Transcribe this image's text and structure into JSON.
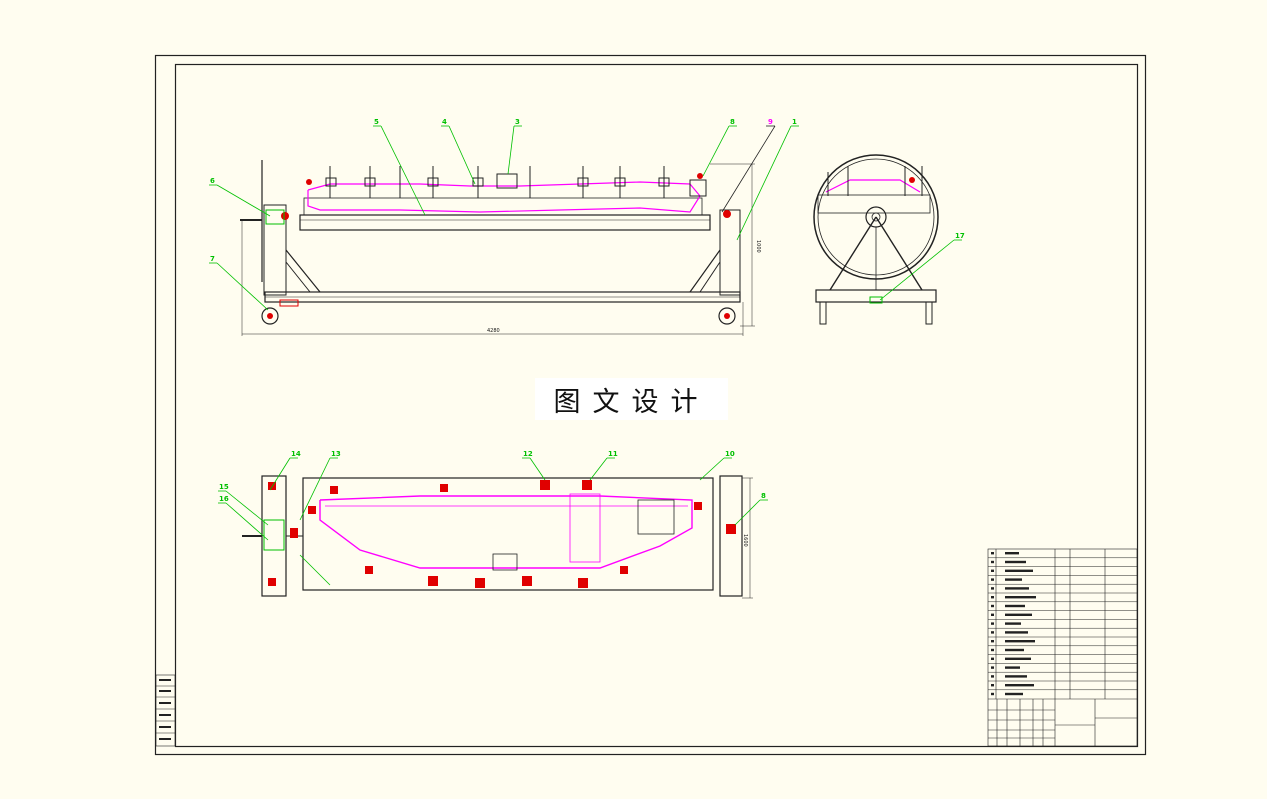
{
  "watermark": {
    "text": "图文设计"
  },
  "side_view": {
    "callouts": [
      {
        "label": "5"
      },
      {
        "label": "4"
      },
      {
        "label": "3"
      },
      {
        "label": "8"
      },
      {
        "label": "9"
      },
      {
        "label": "1"
      },
      {
        "label": "6"
      },
      {
        "label": "7"
      }
    ],
    "dim_length": "4280",
    "dim_height": "1000"
  },
  "end_view": {
    "callouts": [
      {
        "label": "17"
      }
    ]
  },
  "plan_view": {
    "callouts": [
      {
        "label": "14"
      },
      {
        "label": "13"
      },
      {
        "label": "12"
      },
      {
        "label": "11"
      },
      {
        "label": "10"
      },
      {
        "label": "15"
      },
      {
        "label": "16"
      },
      {
        "label": "8"
      }
    ],
    "dim_width": "1600"
  },
  "colors": {
    "frame": "#222222",
    "leader": "#00c000",
    "part_outline": "#ff00ff",
    "clamp": "#e00000",
    "paper": "#fffdf0"
  }
}
